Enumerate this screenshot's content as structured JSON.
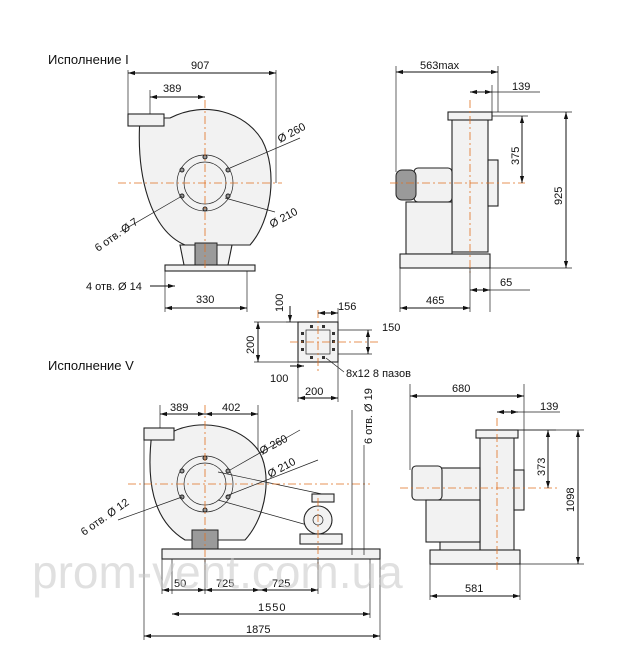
{
  "headings": {
    "variant_1": "Исполнение I",
    "variant_5": "Исполнение V"
  },
  "v1_front": {
    "d_907": "907",
    "d_389": "389",
    "d_260": "Ø 260",
    "d_210": "Ø 210",
    "holes_7": "6 отв. Ø 7",
    "holes_14": "4 отв. Ø 14",
    "d_330": "330"
  },
  "v1_side": {
    "d_563": "563max",
    "d_139": "139",
    "d_375": "375",
    "d_925": "925",
    "d_465": "465",
    "d_65": "65"
  },
  "flange": {
    "d_100_top": "100",
    "d_156": "156",
    "d_150": "150",
    "d_200_left": "200",
    "d_100_bottom": "100",
    "d_200_bottom": "200",
    "slots": "8х12 8 пазов"
  },
  "v5_front": {
    "d_389": "389",
    "d_402": "402",
    "d_260": "Ø 260",
    "d_210": "Ø 210",
    "holes_19": "6 отв. Ø 19",
    "holes_12": "6 отв. Ø 12",
    "d_50": "50",
    "d_725a": "725",
    "d_725b": "725",
    "d_1550": "1550",
    "d_1875": "1875"
  },
  "v5_side": {
    "d_680": "680",
    "d_139": "139",
    "d_373": "373",
    "d_1098": "1098",
    "d_581": "581"
  },
  "watermark": "prom-vent.com.ua",
  "colors": {
    "centerline": "#e07020",
    "line": "#111111"
  }
}
